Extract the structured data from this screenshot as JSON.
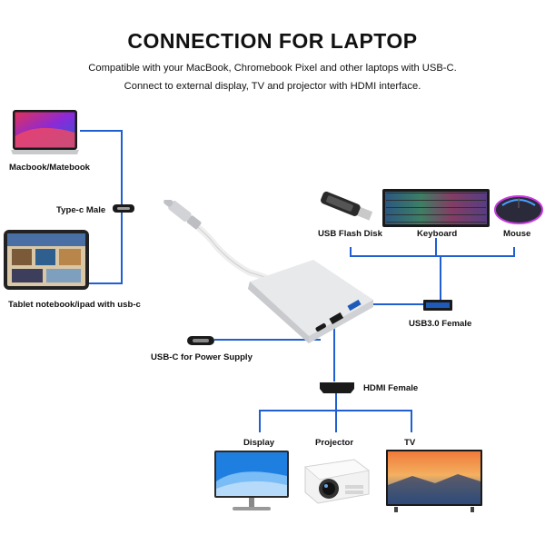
{
  "header": {
    "title": "CONNECTION FOR LAPTOP",
    "subtitle_line1": "Compatible with your MacBook, Chromebook Pixel and other laptops with USB-C.",
    "subtitle_line2": "Connect to external display, TV and projector with HDMI interface."
  },
  "labels": {
    "macbook": "Macbook/Matebook",
    "typec_male": "Type-c Male",
    "tablet": "Tablet notebook/ipad with usb-c",
    "usb_flash": "USB Flash Disk",
    "keyboard": "Keyboard",
    "mouse": "Mouse",
    "usb3": "USB3.0 Female",
    "usbc_power": "USB-C for Power Supply",
    "hdmi": "HDMI Female",
    "display": "Display",
    "projector": "Projector",
    "tv": "TV"
  },
  "colors": {
    "wire": "#1f5fd1",
    "hub_silver": "#d9dadc",
    "connector_black": "#1a1a1a"
  }
}
